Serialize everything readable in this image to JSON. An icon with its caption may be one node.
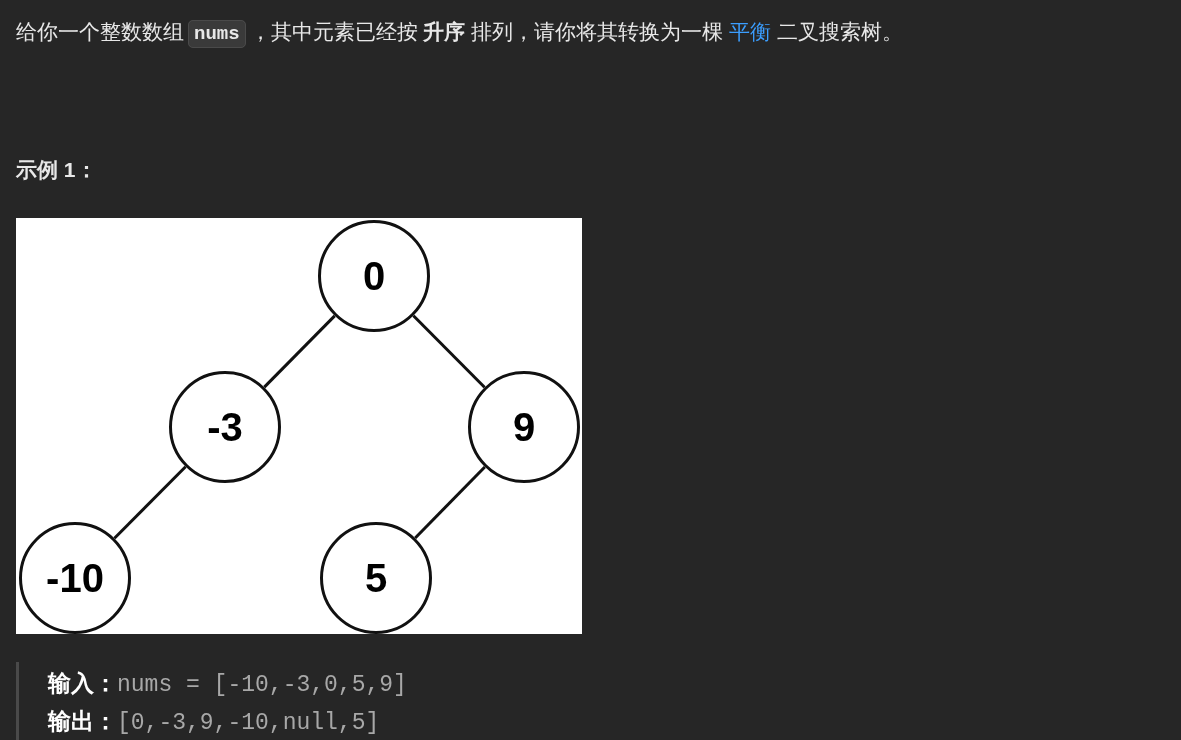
{
  "diagram": {
    "nodes": [
      {
        "text": [
          "0"
        ]
      },
      {
        "text": [
          "-3"
        ]
      },
      {
        "text": [
          "9"
        ]
      },
      {
        "text": [
          "-10"
        ]
      },
      {
        "text": [
          "5"
        ]
      }
    ],
    "edges": [
      {
        "from": 0,
        "to": 1,
        "arrow": "none"
      },
      {
        "from": 0,
        "to": 2,
        "arrow": "none"
      },
      {
        "from": 1,
        "to": 3,
        "arrow": "none"
      },
      {
        "from": 2,
        "to": 4,
        "arrow": "none"
      }
    ],
    "labels": [
      "给你一个整数数组",
      "nums",
      "，其中元素已经按 **升序** 排列，请你将其转换为一棵",
      "平衡",
      "二叉搜索树。",
      "示例 1：",
      "输入：",
      "nums = [-10,-3,0,5,9]",
      "输出：",
      "[0,-3,9,-10,null,5]"
    ]
  }
}
